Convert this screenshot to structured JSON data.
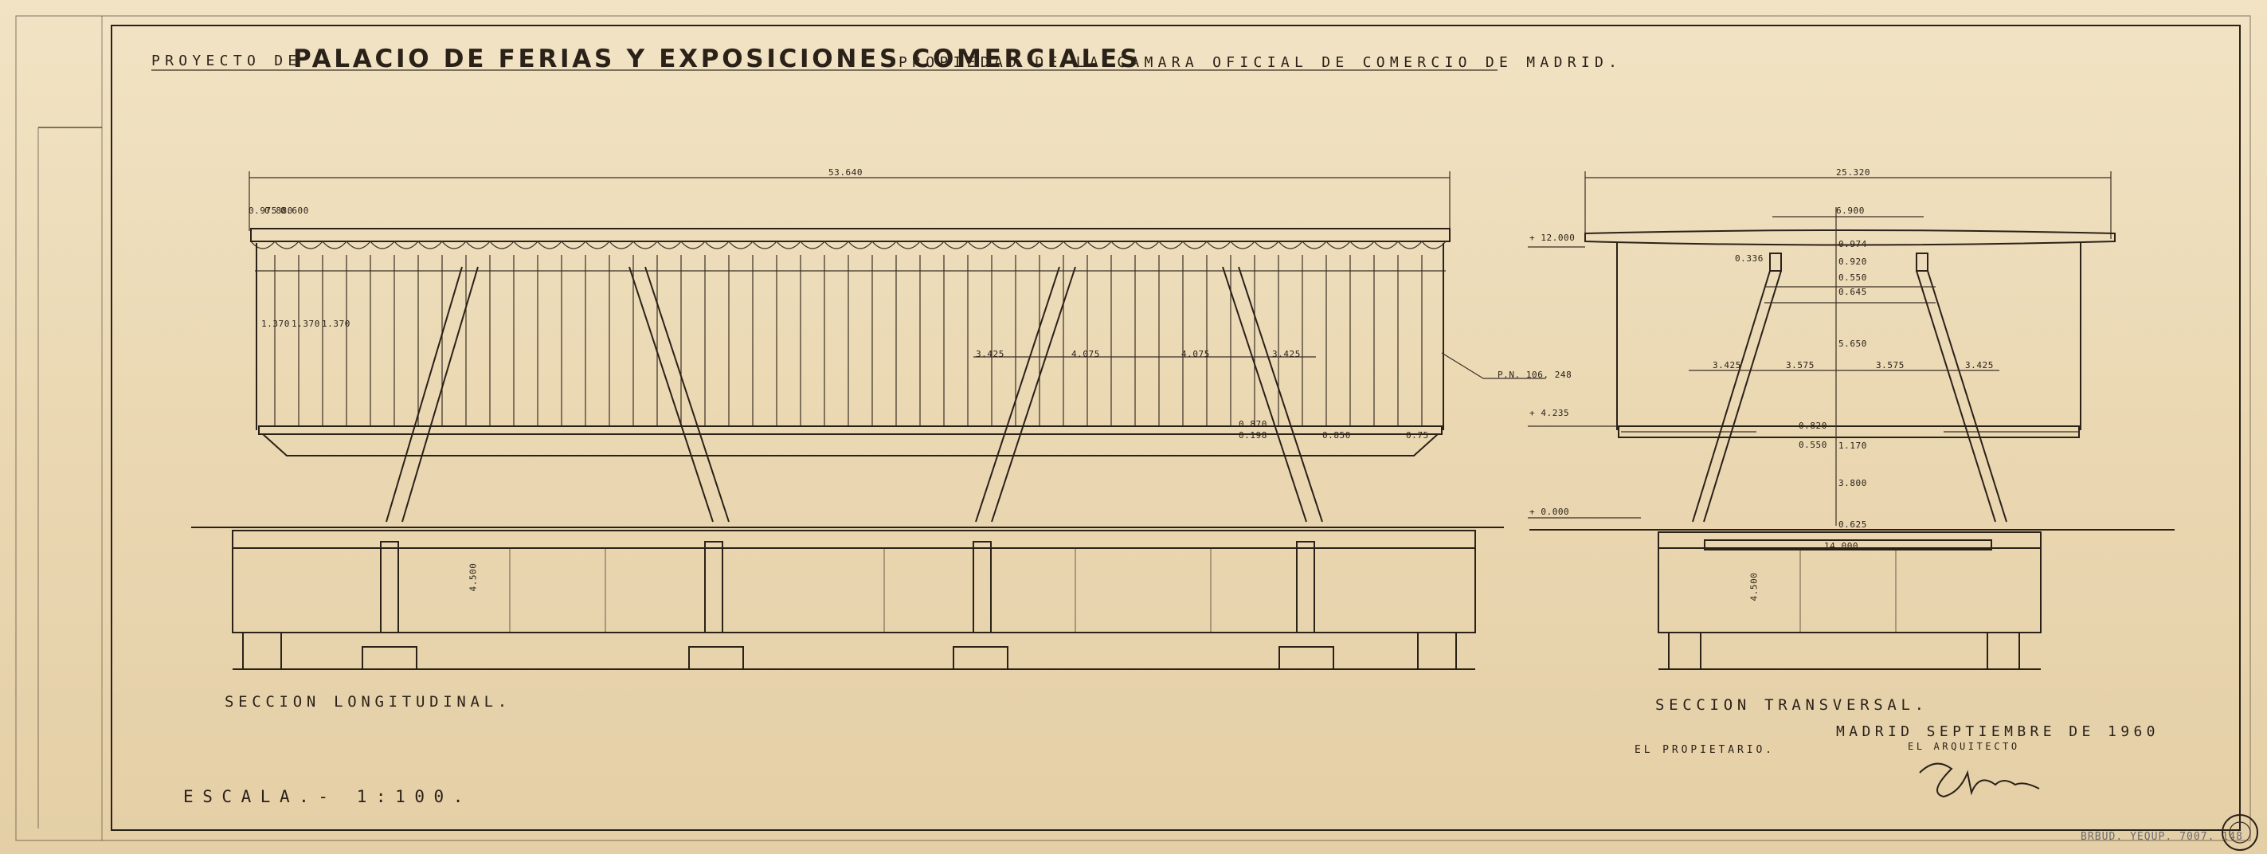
{
  "title": {
    "prefix": "PROYECTO DE",
    "main": "PALACIO DE FERIAS Y EXPOSICIONES COMERCIALES",
    "suffix": "PROPIEDAD DE LA CAMARA OFICIAL DE COMERCIO DE MADRID."
  },
  "sections": {
    "longitudinal": "SECCION LONGITUDINAL.",
    "transversal": "SECCION TRANSVERSAL."
  },
  "scale": "ESCALA.- 1:100.",
  "date": "MADRID SEPTIEMBRE DE 1960",
  "architect_label": "EL ARQUITECTO",
  "owner_label": "EL PROPIETARIO.",
  "pencil_note": "BRBUD. YEQUP. 7007. 148",
  "dimensions_long": {
    "overall": "53.640",
    "top_left_a": "0.975",
    "top_left_b": "0.880",
    "top_left_c": "0.600",
    "rib_a": "1.370",
    "rib_b": "1.370",
    "rib_c": "1.370",
    "bay_1": "3.425",
    "bay_2": "4.075",
    "bay_3": "4.075",
    "bay_4": "3.425",
    "low_a": "0.870",
    "low_b": "0.198",
    "low_c": "0.850",
    "low_d": "0.75",
    "basement": "4.500",
    "pn": "P.N. 106, 248"
  },
  "dimensions_trans": {
    "overall": "25.320",
    "inner": "6.900",
    "level_top": "+ 12.000",
    "level_mid": "+ 4.235",
    "level_ground": "+ 0.000",
    "v1": "0.974",
    "v2": "0.920",
    "v3": "0.550",
    "v4": "0.645",
    "v5": "0.336",
    "v6": "5.650",
    "v7": "0.820",
    "v8": "0.550",
    "v9": "1.170",
    "v10": "3.800",
    "v11": "0.625",
    "h1": "3.425",
    "h2": "3.575",
    "h3": "3.575",
    "h4": "3.425",
    "base": "14.000",
    "basement": "4.500"
  }
}
